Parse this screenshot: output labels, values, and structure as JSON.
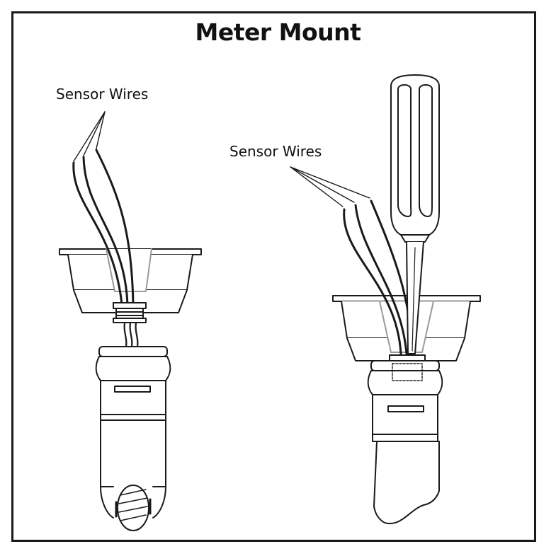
{
  "title": "Meter Mount",
  "callouts": {
    "left": "Sensor Wires",
    "right": "Sensor Wires"
  },
  "colors": {
    "ink": "#1a1a1a",
    "wire_gray": "#9a9a9a",
    "background": "#ffffff"
  }
}
